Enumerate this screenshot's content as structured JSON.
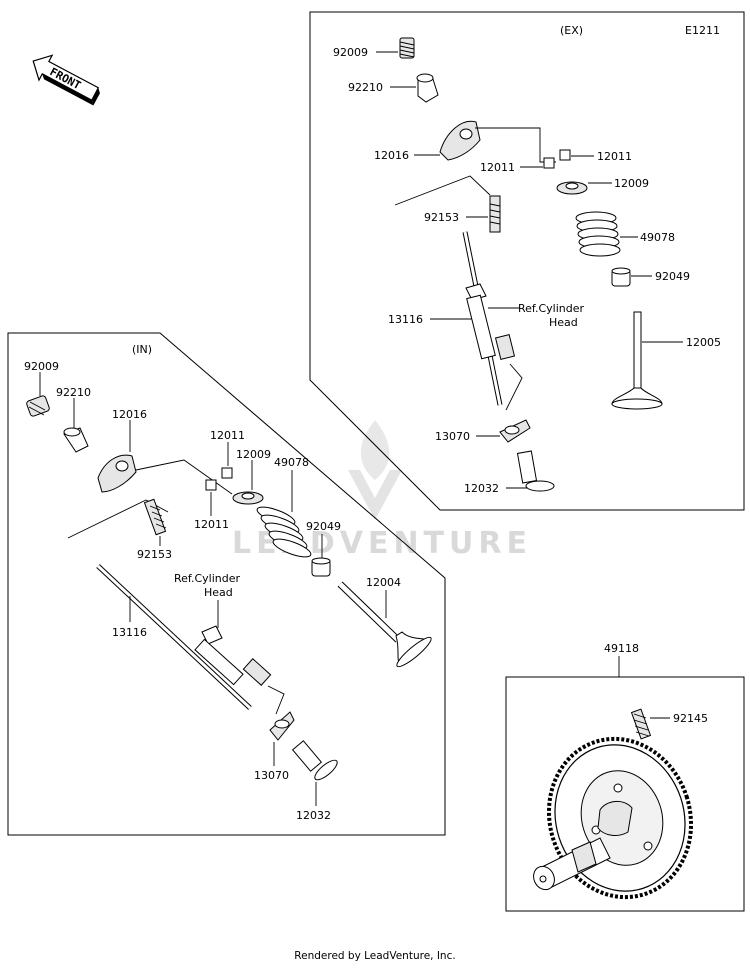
{
  "diagram_code": "E1211",
  "front_label": "FRONT",
  "watermark": "LEADVENTURE",
  "footer": "Rendered by LeadVenture, Inc.",
  "ex": {
    "title": "(EX)",
    "ref_line1": "Ref.Cylinder",
    "ref_line2": "Head",
    "labels": {
      "p92009": "92009",
      "p92210": "92210",
      "p12016": "12016",
      "p12011a": "12011",
      "p12011b": "12011",
      "p12009": "12009",
      "p92153": "92153",
      "p49078": "49078",
      "p92049": "92049",
      "p13116": "13116",
      "p12005": "12005",
      "p13070": "13070",
      "p12032": "12032"
    }
  },
  "in": {
    "title": "(IN)",
    "ref_line1": "Ref.Cylinder",
    "ref_line2": "Head",
    "labels": {
      "p92009": "92009",
      "p92210": "92210",
      "p12016": "12016",
      "p12011a": "12011",
      "p12009": "12009",
      "p49078": "49078",
      "p12011b": "12011",
      "p92049": "92049",
      "p92153": "92153",
      "p12004": "12004",
      "p13116": "13116",
      "p13070": "13070",
      "p12032": "12032"
    }
  },
  "cam": {
    "label_top": "49118",
    "label_spring": "92145"
  }
}
